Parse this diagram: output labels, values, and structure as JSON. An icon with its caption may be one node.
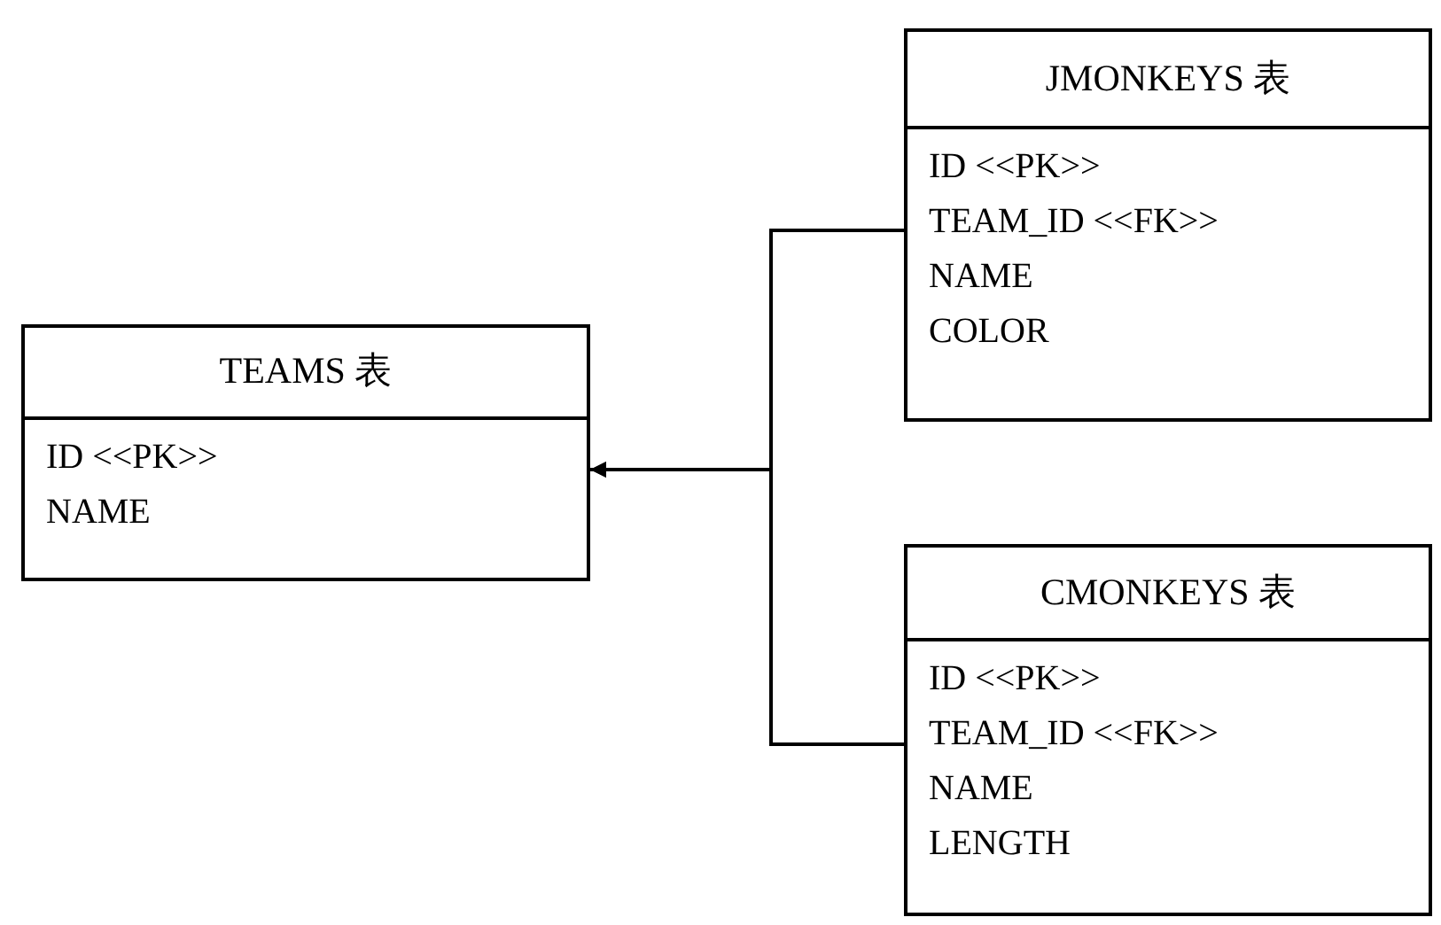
{
  "diagram": {
    "nodes": [
      {
        "text": [
          "TEAMS 表",
          "ID <<PK>>",
          "NAME"
        ]
      },
      {
        "text": [
          "JMONKEYS 表",
          "ID <<PK>>",
          "TEAM_ID <<FK>>",
          "NAME",
          "COLOR"
        ]
      },
      {
        "text": [
          "CMONKEYS 表",
          "ID <<PK>>",
          "TEAM_ID <<FK>>",
          "NAME",
          "LENGTH"
        ]
      }
    ],
    "edges": [
      {
        "from": 1,
        "to": 0,
        "arrow": "to"
      },
      {
        "from": 2,
        "to": 0,
        "arrow": "to"
      }
    ]
  }
}
